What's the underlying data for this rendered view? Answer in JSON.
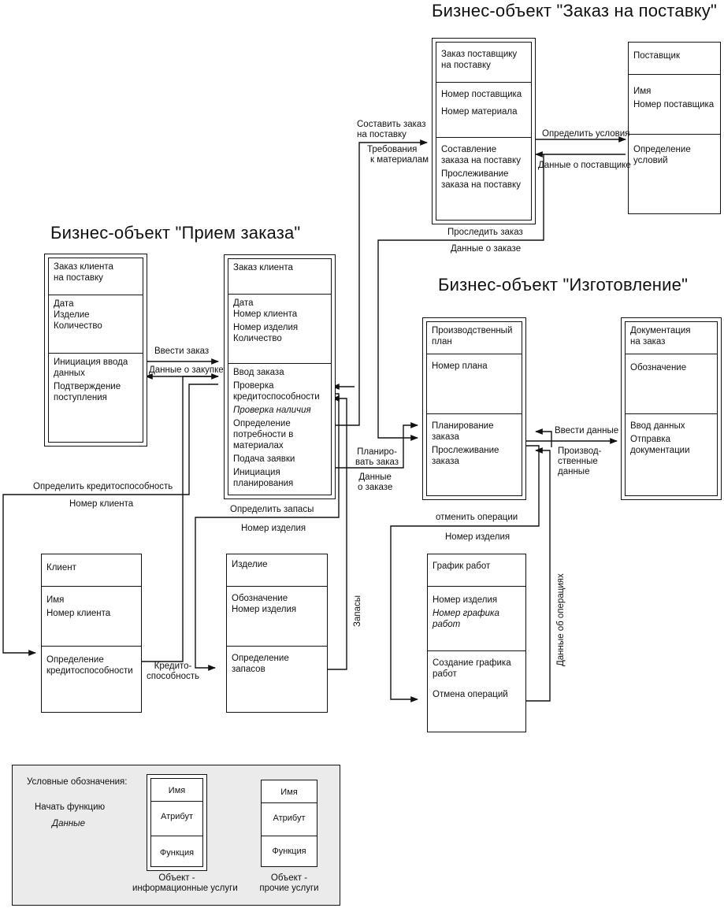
{
  "titles": {
    "supply": "Бизнес-объект \"Заказ на поставку\"",
    "order": "Бизнес-объект \"Прием заказа\"",
    "production": "Бизнес-объект \"Изготовление\""
  },
  "entities": {
    "client_supply_order": {
      "name": [
        "Заказ клиента",
        "на поставку"
      ],
      "attributes": [
        "Дата",
        "Изделие",
        "Количество"
      ],
      "functions": [
        "Инициация ввода данных",
        "Подтверждение поступления"
      ]
    },
    "client_order": {
      "name": [
        "Заказ клиента"
      ],
      "attributes": [
        "Дата",
        "Номер клиента",
        "Номер изделия",
        "Количество"
      ],
      "functions": [
        "Ввод заказа",
        "Проверка кредитоспособности",
        "Проверка наличия",
        "Определение потребности в материалах",
        "Подача заявки",
        "Инициация планирования"
      ]
    },
    "client": {
      "name": [
        "Клиент"
      ],
      "attributes": [
        "Имя",
        "Номер клиента"
      ],
      "functions": [
        "Определение кредитоспособности"
      ]
    },
    "product": {
      "name": [
        "Изделие"
      ],
      "attributes": [
        "Обозначение",
        "Номер изделия"
      ],
      "functions": [
        "Определение запасов"
      ]
    },
    "supplier_order": {
      "name": [
        "Заказ поставщику",
        "на поставку"
      ],
      "attributes": [
        "Номер поставщика",
        "Номер материала"
      ],
      "functions": [
        "Составление заказа на поставку",
        "Прослеживание заказа на поставку"
      ]
    },
    "supplier": {
      "name": [
        "Поставщик"
      ],
      "attributes": [
        "Имя",
        "Номер поставщика"
      ],
      "functions": [
        "Определение условий"
      ]
    },
    "production_plan": {
      "name": [
        "Производственный",
        "план"
      ],
      "attributes": [
        "Номер плана"
      ],
      "functions": [
        "Планирование заказа",
        "Прослеживание заказа"
      ]
    },
    "order_docs": {
      "name": [
        "Документация",
        "на заказ"
      ],
      "attributes": [
        "Обозначение"
      ],
      "functions": [
        "Ввод данных",
        "Отправка документации"
      ]
    },
    "schedule": {
      "name": [
        "График работ"
      ],
      "attributes": [
        "Номер изделия",
        "Номер графика работ"
      ],
      "functions": [
        "Создание графика работ",
        "Отмена операций"
      ]
    }
  },
  "arrows": {
    "enter_order": "Ввести заказ",
    "purchase_data": "Данные о закупке",
    "determine_credit": "Определить кредитоспособность",
    "client_number": "Номер клиента",
    "creditworthiness": [
      "Кредито-",
      "способность"
    ],
    "determine_stock": "Определить запасы",
    "product_number_1": "Номер изделия",
    "stock": "Запасы",
    "compose_supply_order": [
      "Составить заказ",
      "на поставку"
    ],
    "material_requirements": [
      "Требования",
      "к материалам"
    ],
    "define_conditions": "Определить условия",
    "supplier_data": "Данные о поставщике",
    "track_order": "Проследить заказ",
    "order_data_1": "Данные о заказе",
    "plan_order": [
      "Планиро-",
      "вать заказ"
    ],
    "order_data_2": [
      "Данные",
      "о заказе"
    ],
    "enter_data": "Ввести данные",
    "production_data": [
      "Производ-",
      "ственные",
      "данные"
    ],
    "cancel_operations": "отменить операции",
    "product_number_2": "Номер изделия",
    "operations_data": "Данные об операциях"
  },
  "legend": {
    "title": "Условные обозначения:",
    "start_function": "Начать функцию",
    "data": "Данные",
    "name": "Имя",
    "attribute": "Атрибут",
    "function": "Функция",
    "info_object": [
      "Объект -",
      "информационные услуги"
    ],
    "other_object": [
      "Объект -",
      "прочие услуги"
    ]
  }
}
